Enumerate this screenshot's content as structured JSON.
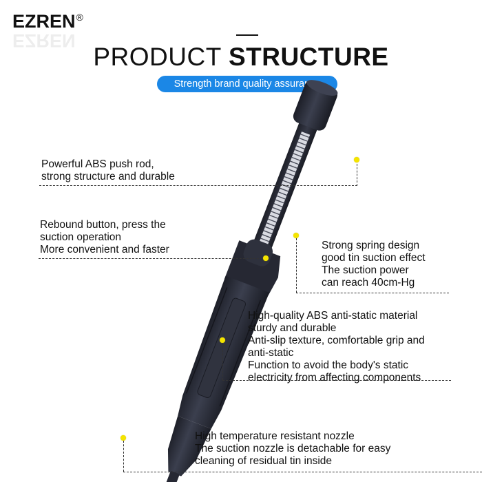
{
  "brand": {
    "logo_text": "EZREN",
    "registered_mark": "®"
  },
  "header": {
    "title_light": "PRODUCT",
    "title_bold": "STRUCTURE",
    "tagline": "Strength brand quality assurance"
  },
  "colors": {
    "accent_blue": "#1b87e6",
    "callout_dot": "#f4e400",
    "tool_body": "#2b2e3a"
  },
  "product": {
    "name": "desoldering suction pump",
    "icon": "solder-sucker-illustration"
  },
  "callouts": [
    {
      "id": "push-rod",
      "text": "Powerful ABS push rod,\nstrong structure and durable"
    },
    {
      "id": "rebound-button",
      "text": "Rebound button, press the\nsuction operation\nMore convenient and faster"
    },
    {
      "id": "spring",
      "text": "Strong spring design\ngood tin suction effect\nThe suction power\ncan reach 40cm-Hg"
    },
    {
      "id": "body-material",
      "text": "High-quality ABS anti-static material\nsturdy and durable\nAnti-slip texture, comfortable grip and\nanti-static\nFunction to avoid the body's static\nelectricity from affecting components"
    },
    {
      "id": "nozzle",
      "text": "High temperature resistant nozzle\nThe suction nozzle is detachable for easy\ncleaning of residual tin inside"
    }
  ]
}
